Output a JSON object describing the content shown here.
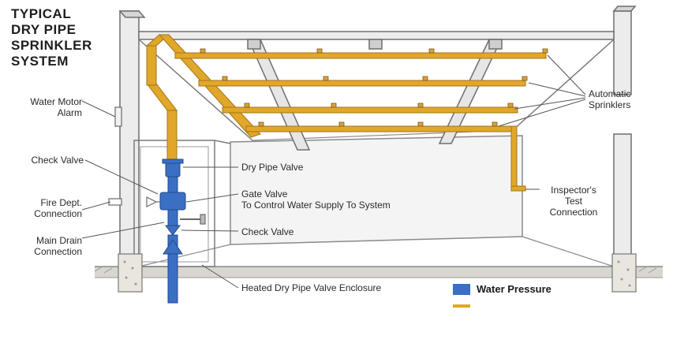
{
  "title_lines": [
    "TYPICAL",
    "DRY PIPE",
    "SPRINKLER",
    "SYSTEM"
  ],
  "labels": {
    "water_motor_alarm": [
      "Water Motor",
      "Alarm"
    ],
    "check_valve_left": "Check Valve",
    "fire_dept_connection": [
      "Fire Dept.",
      "Connection"
    ],
    "main_drain_connection": [
      "Main Drain",
      "Connection"
    ],
    "dry_pipe_valve": "Dry Pipe Valve",
    "gate_valve": [
      "Gate Valve",
      "To Control Water Supply To System"
    ],
    "check_valve_right": "Check Valve",
    "heated_enclosure": "Heated Dry Pipe Valve Enclosure",
    "automatic_sprinklers": [
      "Automatic",
      "Sprinklers"
    ],
    "inspectors_test": [
      "Inspector's",
      "Test",
      "Connection"
    ]
  },
  "legend": {
    "water_pressure": "Water Pressure",
    "water_color": "#3b6fc4",
    "air_color": "#e0a72a"
  },
  "colors": {
    "pipe": "#e0a72a",
    "water": "#3b6fc4",
    "structure": "#7a7a7a",
    "line": "#555555"
  }
}
